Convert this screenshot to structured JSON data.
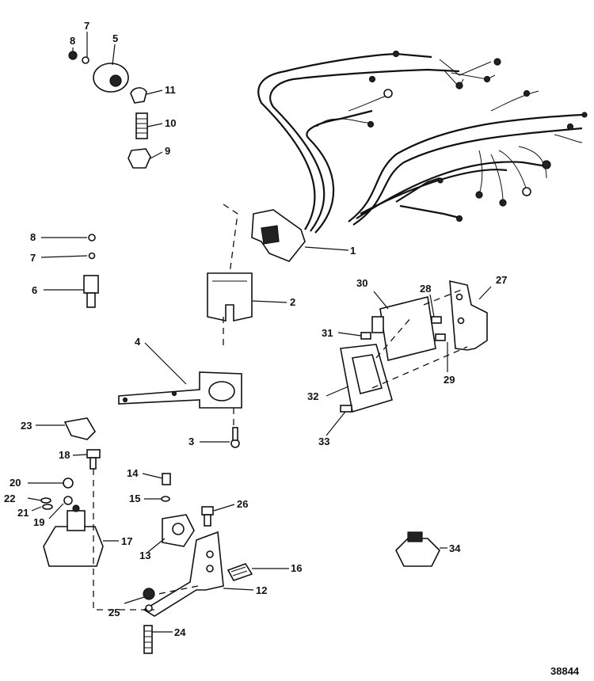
{
  "figure_number": "38844",
  "callouts": [
    "1",
    "2",
    "3",
    "4",
    "5",
    "6",
    "7",
    "8",
    "9",
    "10",
    "11",
    "12",
    "13",
    "14",
    "15",
    "16",
    "17",
    "18",
    "19",
    "20",
    "21",
    "22",
    "23",
    "24",
    "25",
    "26",
    "27",
    "28",
    "29",
    "30",
    "31",
    "32",
    "33",
    "34"
  ],
  "callouts_left": [
    "8",
    "7",
    "6"
  ]
}
